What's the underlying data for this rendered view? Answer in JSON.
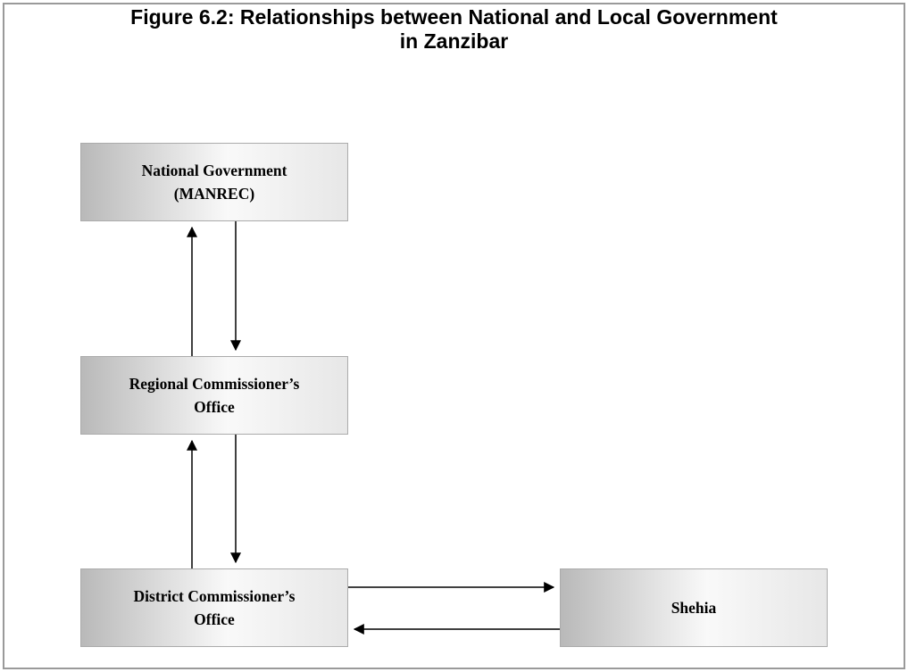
{
  "page": {
    "title_line1": "Figure 6.2: Relationships between National and Local Government",
    "title_line2": "in Zanzibar"
  },
  "diagram": {
    "nodes": {
      "national": {
        "line1": "National Government",
        "line2": "(MANREC)"
      },
      "regional": {
        "line1": "Regional Commissioner’s",
        "line2": "Office"
      },
      "district": {
        "line1": "District Commissioner’s",
        "line2": "Office"
      },
      "shehia": {
        "line1": "Shehia"
      }
    },
    "edges": [
      {
        "from": "regional",
        "to": "national",
        "direction": "up"
      },
      {
        "from": "national",
        "to": "regional",
        "direction": "down"
      },
      {
        "from": "district",
        "to": "regional",
        "direction": "up"
      },
      {
        "from": "regional",
        "to": "district",
        "direction": "down"
      },
      {
        "from": "district",
        "to": "shehia",
        "direction": "right"
      },
      {
        "from": "shehia",
        "to": "district",
        "direction": "left"
      }
    ]
  },
  "colors": {
    "box_gradient_dark": "#b9b9b9",
    "box_gradient_light": "#f9f9f9",
    "frame_border": "#9a9a9a",
    "arrow": "#000000",
    "text": "#000000"
  }
}
